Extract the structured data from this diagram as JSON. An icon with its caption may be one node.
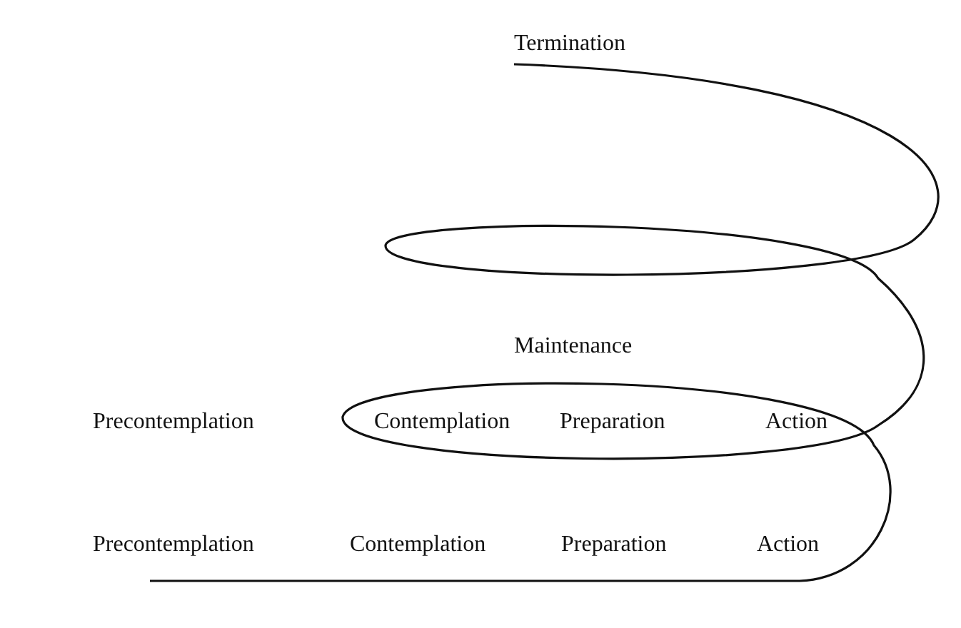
{
  "diagram": {
    "labels": [
      "Termination",
      "Maintenance",
      "Precontemplation",
      "Contemplation",
      "Preparation",
      "Action",
      "Precontemplation",
      "Contemplation",
      "Preparation",
      "Action"
    ]
  }
}
